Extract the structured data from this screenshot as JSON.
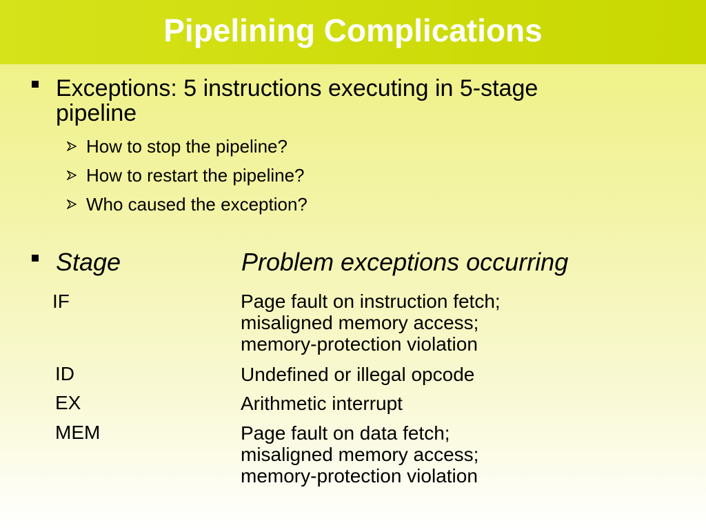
{
  "slide": {
    "title": "Pipelining Complications"
  },
  "bullets": [
    {
      "line1": "Exceptions:  5 instructions executing in 5-stage",
      "line2": "pipeline",
      "sub": [
        "How to stop the pipeline?",
        "How to restart the pipeline?",
        "Who caused the exception?"
      ]
    },
    {
      "stage_header": "Stage",
      "problem_header": "Problem exceptions occurring"
    }
  ],
  "table": {
    "rows": [
      {
        "stage": "IF",
        "lines": [
          "Page fault on instruction fetch;",
          "misaligned memory access;",
          "memory-protection violation"
        ]
      },
      {
        "stage": "ID",
        "lines": [
          "Undefined or illegal opcode"
        ]
      },
      {
        "stage": "EX",
        "lines": [
          "Arithmetic interrupt"
        ]
      },
      {
        "stage": "MEM",
        "lines": [
          "Page fault on data fetch;",
          "misaligned memory access;",
          "memory-protection violation"
        ]
      }
    ]
  },
  "icons": {
    "bullet": "square-bullet-icon",
    "sub_bullet": "arrowhead-bullet-icon"
  }
}
